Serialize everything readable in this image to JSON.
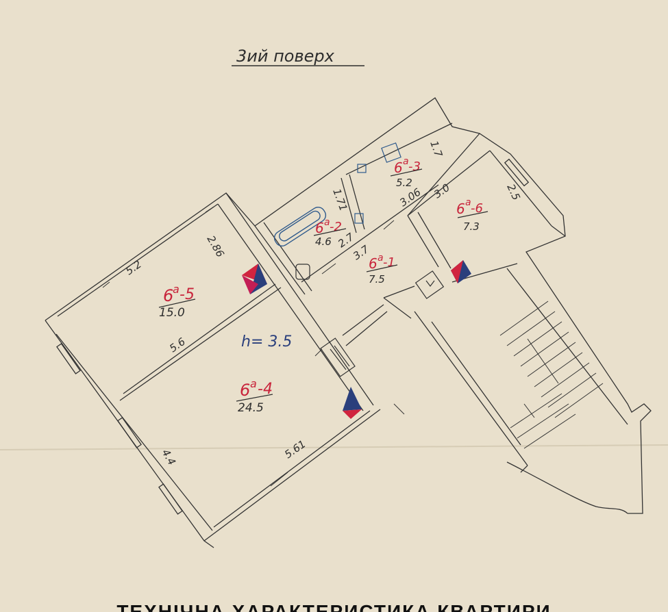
{
  "floor_title": "3ий поверх",
  "ceiling_height": "h= 3.5",
  "rooms": [
    {
      "id": "6a-5",
      "code_main": "6",
      "code_sup": "a",
      "code_suffix": "-5",
      "area": "15.0"
    },
    {
      "id": "6a-4",
      "code_main": "6",
      "code_sup": "a",
      "code_suffix": "-4",
      "area": "24.5"
    },
    {
      "id": "6a-2",
      "code_main": "6",
      "code_sup": "a",
      "code_suffix": "-2",
      "area": "4.6"
    },
    {
      "id": "6a-1",
      "code_main": "6",
      "code_sup": "a",
      "code_suffix": "-1",
      "area": "7.5"
    },
    {
      "id": "6a-3",
      "code_main": "6",
      "code_sup": "a",
      "code_suffix": "-3",
      "area": "5.2"
    },
    {
      "id": "6a-6",
      "code_main": "6",
      "code_sup": "a",
      "code_suffix": "-6",
      "area": "7.3"
    }
  ],
  "dimensions": [
    "5.2",
    "2.86",
    "5.6",
    "5.61",
    "4.4",
    "1.71",
    "2.7",
    "3.7",
    "3.06",
    "3.0",
    "2.5",
    "1.7"
  ],
  "footer_title": "ТЕХНІЧНА ХАРАКТЕРИСТИКА КВАРТИРИ",
  "colors": {
    "paper": "#e9e0cc",
    "ink": "#2d2d2d",
    "red": "#c8243b",
    "blue": "#2a3f7c"
  }
}
